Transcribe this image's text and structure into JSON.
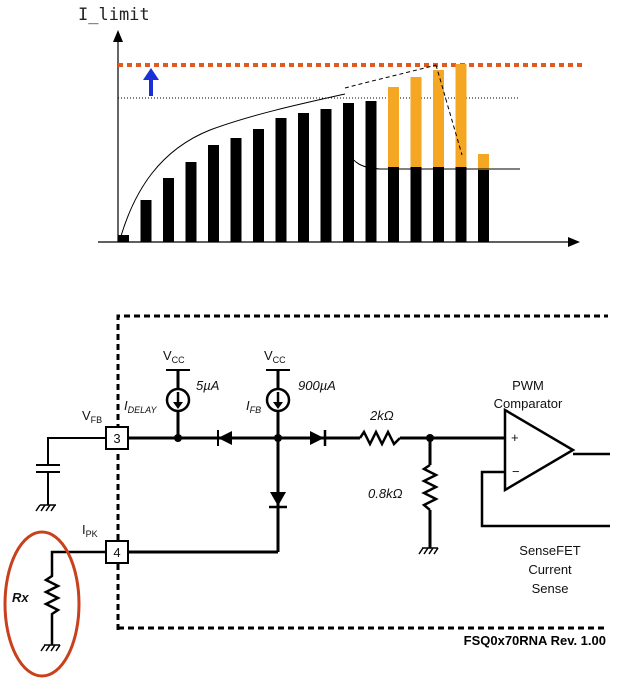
{
  "chart": {
    "y_axis_label": "I_limit",
    "black_bar_heights": [
      7,
      42,
      64,
      80,
      97,
      104,
      113,
      124,
      129,
      133,
      139,
      141
    ],
    "orange_bar_tops": [
      155,
      165,
      172,
      178
    ],
    "black_stub_height": 75,
    "last_bar": {
      "orange_top": 88,
      "black_height": 72
    }
  },
  "circuit": {
    "vcc_label_1": "V",
    "vcc_sub_1": "CC",
    "vcc_label_2": "V",
    "vcc_sub_2": "CC",
    "current_source_1": "5µA",
    "current_source_2": "900µA",
    "idelay_label": "I",
    "idelay_sub": "DELAY",
    "ifb_label": "I",
    "ifb_sub": "FB",
    "vfb_label": "V",
    "vfb_sub": "FB",
    "ipk_label": "I",
    "ipk_sub": "PK",
    "pin_3": "3",
    "pin_4": "4",
    "resistor_2k": "2kΩ",
    "resistor_08k": "0.8kΩ",
    "comparator_line1": "PWM",
    "comparator_line2": "Comparator",
    "plus_sign": "+",
    "minus_sign": "−",
    "sensefet_line1": "SenseFET",
    "sensefet_line2": "Current",
    "sensefet_line3": "Sense",
    "rx_label": "Rx",
    "revision": "FSQ0x70RNA Rev. 1.00"
  },
  "colors": {
    "bar_black": "#000000",
    "bar_orange": "#f5a623",
    "limit_line": "#e05a1e",
    "arrow_blue": "#1a2fd6",
    "circle_red": "#c8401c"
  }
}
